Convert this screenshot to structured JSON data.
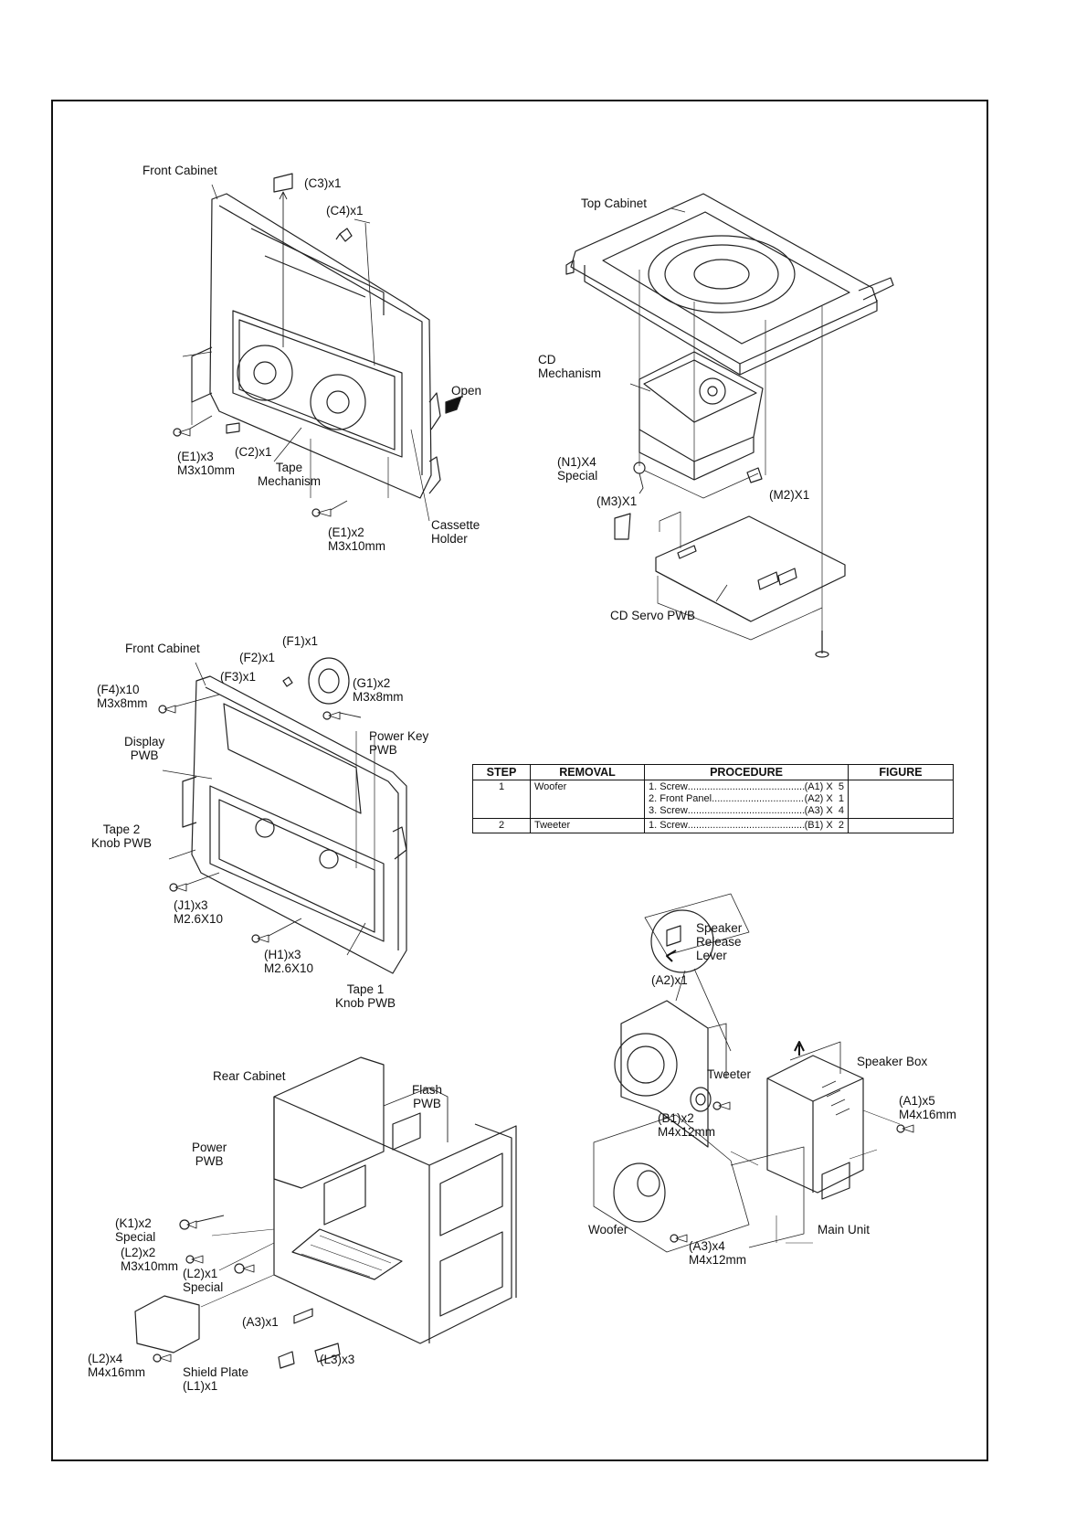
{
  "labels": {
    "front_cabinet_1": "Front Cabinet",
    "c3": "(C3)x1",
    "c4": "(C4)x1",
    "open": "Open",
    "e1_x3": "(E1)x3\nM3x10mm",
    "c2": "(C2)x1",
    "tape_mechanism": "Tape\nMechanism",
    "e1_x2": "(E1)x2\nM3x10mm",
    "cassette_holder": "Cassette\nHolder",
    "top_cabinet": "Top Cabinet",
    "cd_mechanism": "CD\nMechanism",
    "n1": "(N1)X4\nSpecial",
    "m3": "(M3)X1",
    "m2": "(M2)X1",
    "cd_servo_pwb": "CD Servo PWB",
    "front_cabinet_2": "Front Cabinet",
    "f1": "(F1)x1",
    "f2": "(F2)x1",
    "f3": "(F3)x1",
    "f4": "(F4)x10\nM3x8mm",
    "g1": "(G1)x2\nM3x8mm",
    "display_pwb": "Display\nPWB",
    "power_key_pwb": "Power Key\nPWB",
    "tape2_knob_pwb": "Tape 2\nKnob PWB",
    "j1": "(J1)x3\nM2.6X10",
    "h1": "(H1)x3\nM2.6X10",
    "tape1_knob_pwb": "Tape 1\nKnob PWB",
    "rear_cabinet": "Rear Cabinet",
    "flash_pwb": "Flash\nPWB",
    "power_pwb": "Power\nPWB",
    "k1": "(K1)x2\nSpecial",
    "l2_x2": "(L2)x2\nM3x10mm",
    "l2_x1": "(L2)x1\nSpecial",
    "a3_x1": "(A3)x1",
    "l2_x4": "(L2)x4\nM4x16mm",
    "shield_plate": "Shield Plate\n(L1)x1",
    "l3": "(L3)x3",
    "speaker_release_lever": "Speaker\nRelease\nLever",
    "a2": "(A2)x1",
    "tweeter": "Tweeter",
    "speaker_box": "Speaker Box",
    "b1": "(B1)x2\nM4x12mm",
    "a1": "(A1)x5\nM4x16mm",
    "woofer": "Woofer",
    "a3_x4": "(A3)x4\nM4x12mm",
    "main_unit": "Main Unit"
  },
  "table": {
    "headers": [
      "STEP",
      "REMOVAL",
      "PROCEDURE",
      "FIGURE"
    ],
    "rows": [
      {
        "step": "1",
        "removal": "Woofer",
        "procedure": [
          {
            "item": "1. Screw",
            "ref": "(A1) X",
            "qty": "5"
          },
          {
            "item": "2. Front Panel",
            "ref": "(A2) X",
            "qty": "1"
          },
          {
            "item": "3. Screw",
            "ref": "(A3) X",
            "qty": "4"
          }
        ],
        "figure": ""
      },
      {
        "step": "2",
        "removal": "Tweeter",
        "procedure": [
          {
            "item": "1. Screw",
            "ref": "(B1) X",
            "qty": "2"
          }
        ],
        "figure": ""
      }
    ]
  }
}
